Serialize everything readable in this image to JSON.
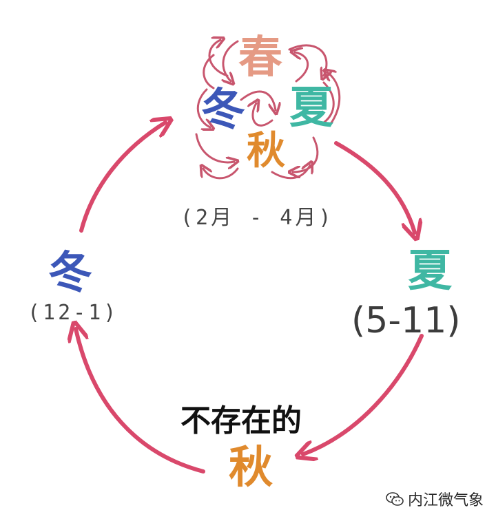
{
  "colors": {
    "arrow": "#d9486b",
    "spring": "#e59a84",
    "summer": "#3fb7a3",
    "autumn": "#e08a2d",
    "winter": "#3c57b8",
    "text": "#111111"
  },
  "spring_cluster": {
    "spring": "春",
    "winter": "冬",
    "summer": "夏",
    "autumn": "秋",
    "range": "(2月 - 4月)"
  },
  "summer_node": {
    "label": "夏",
    "range": "(5-11)"
  },
  "autumn_node": {
    "prefix": "不存在的",
    "label": "秋"
  },
  "winter_node": {
    "label": "冬",
    "range": "(12-1)"
  },
  "watermark": {
    "icon": "wechat-icon",
    "text": "内江微气象"
  }
}
